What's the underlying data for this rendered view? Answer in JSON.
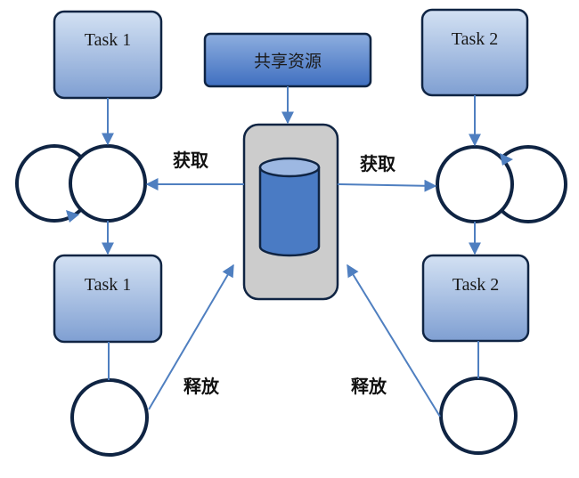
{
  "tasks": {
    "left_top": "Task 1",
    "left_bottom": "Task 1",
    "right_top": "Task 2",
    "right_bottom": "Task 2"
  },
  "shared_resource": "共享资源",
  "edges": {
    "acquire_left": "获取",
    "acquire_right": "获取",
    "release_left": "释放",
    "release_right": "释放"
  },
  "colors": {
    "box_fill_light": "#c6d7ee",
    "box_fill_dark": "#7f9fd2",
    "resource_fill_dark": "#3f6fc0",
    "border": "#0f2443",
    "arrow": "#4f7fc0",
    "container_fill": "#cccccc",
    "cylinder_fill": "#4a7bc4"
  }
}
